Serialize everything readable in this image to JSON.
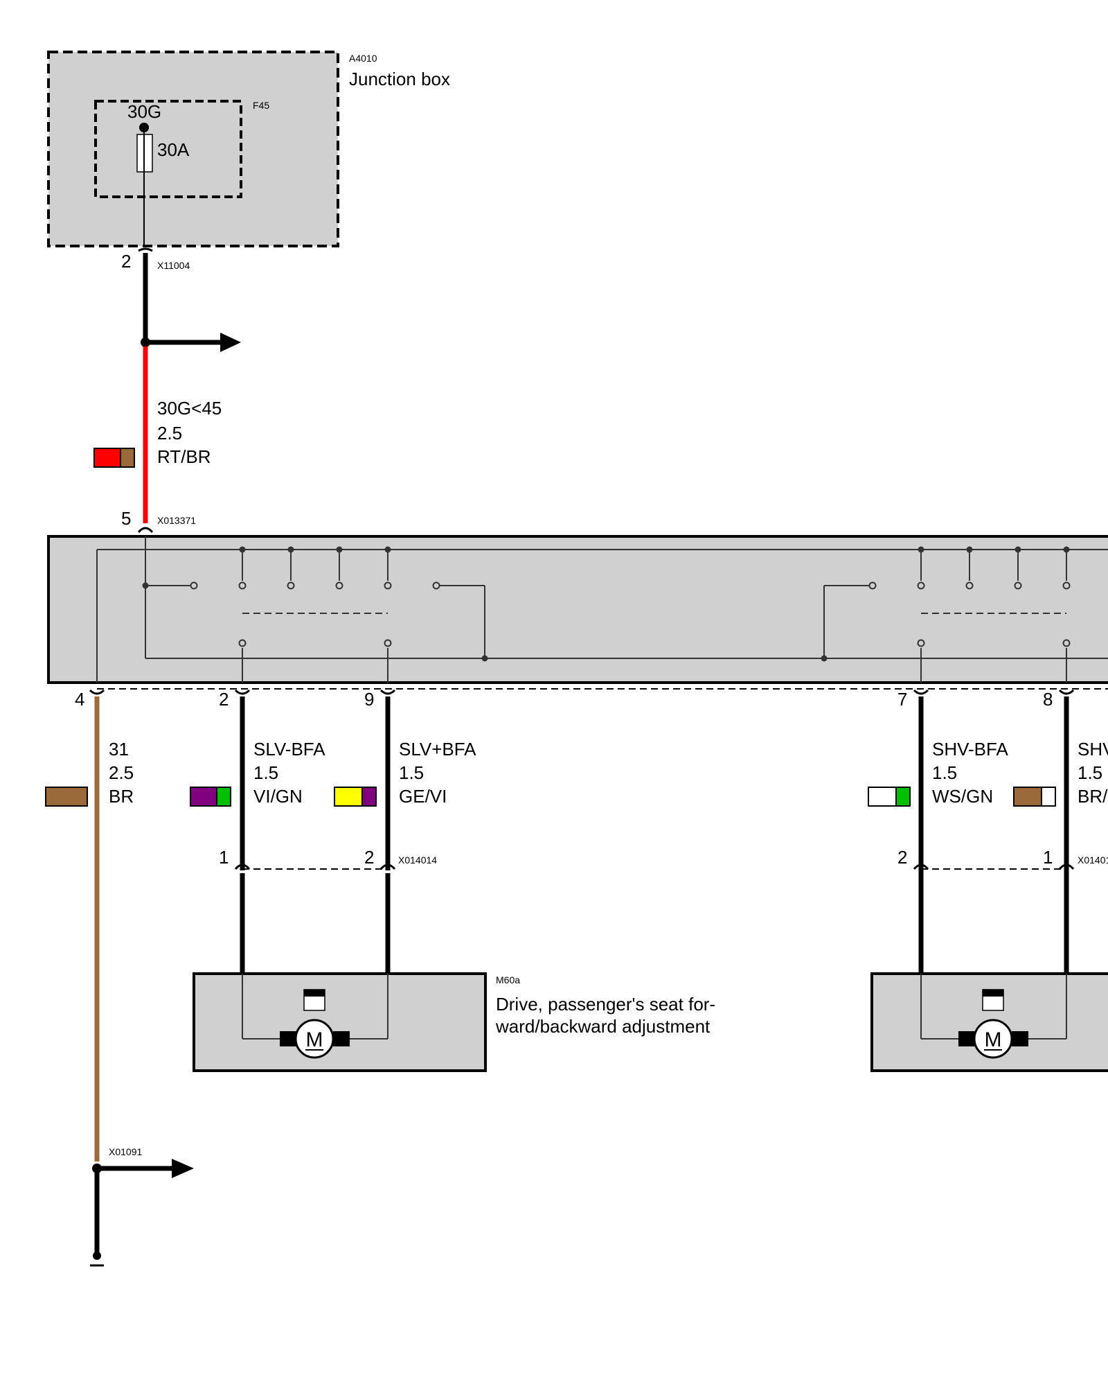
{
  "junction_box": {
    "id": "A4010",
    "name": "Junction box",
    "fuse_id": "F45",
    "terminal": "30G",
    "fuse_rating": "30A"
  },
  "connectors": {
    "jb_out": {
      "id": "X11004",
      "pin": "2"
    },
    "module_in": {
      "id": "X013371",
      "pin": "5"
    },
    "motor_left": {
      "id": "X014014",
      "pin_a": "1",
      "pin_b": "2"
    },
    "motor_right": {
      "id": "X01401",
      "pin_a": "2",
      "pin_b": "1"
    },
    "ground_splice": {
      "id": "X01091"
    }
  },
  "wires": {
    "supply": {
      "signal": "30G<45",
      "gauge": "2.5",
      "color": "RT/BR",
      "colors": [
        "#ff0000",
        "#9b6a3a"
      ]
    },
    "ground": {
      "pin": "4",
      "signal": "31",
      "gauge": "2.5",
      "color": "BR",
      "colors": [
        "#9b6a3a"
      ]
    },
    "slv_minus": {
      "pin": "2",
      "signal": "SLV-BFA",
      "gauge": "1.5",
      "color": "VI/GN",
      "colors": [
        "#800080",
        "#00c000"
      ]
    },
    "slv_plus": {
      "pin": "9",
      "signal": "SLV+BFA",
      "gauge": "1.5",
      "color": "GE/VI",
      "colors": [
        "#ffff00",
        "#800080"
      ]
    },
    "shv_minus": {
      "pin": "7",
      "signal": "SHV-BFA",
      "gauge": "1.5",
      "color": "WS/GN",
      "colors": [
        "#ffffff",
        "#00c000"
      ]
    },
    "shv_plus": {
      "pin": "8",
      "signal": "SHV",
      "gauge": "1.5",
      "color": "BR/",
      "colors": [
        "#9b6a3a",
        "#ffffff"
      ]
    }
  },
  "motor_left": {
    "id": "M60a",
    "desc_line1": "Drive, passenger's seat for-",
    "desc_line2": "ward/backward adjustment",
    "symbol": "M"
  },
  "motor_right": {
    "symbol": "M"
  },
  "colors": {
    "component_fill": "#d0d0d0",
    "wire_black": "#000000",
    "wire_red": "#ff0000",
    "wire_brown": "#9b6a3a"
  }
}
